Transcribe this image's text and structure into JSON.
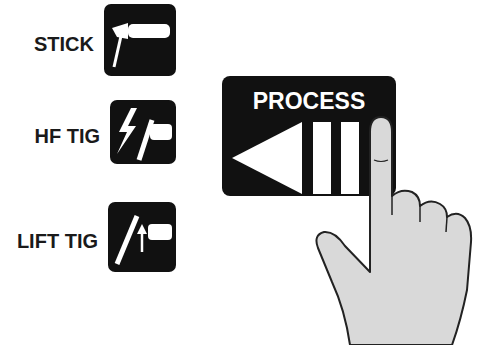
{
  "diagram": {
    "nodes": [
      {
        "text": [
          "STICK"
        ]
      },
      {
        "text": [
          "HF TIG"
        ]
      },
      {
        "text": [
          "LIFT TIG"
        ]
      },
      {
        "text": [
          "PROCESS"
        ]
      }
    ]
  }
}
